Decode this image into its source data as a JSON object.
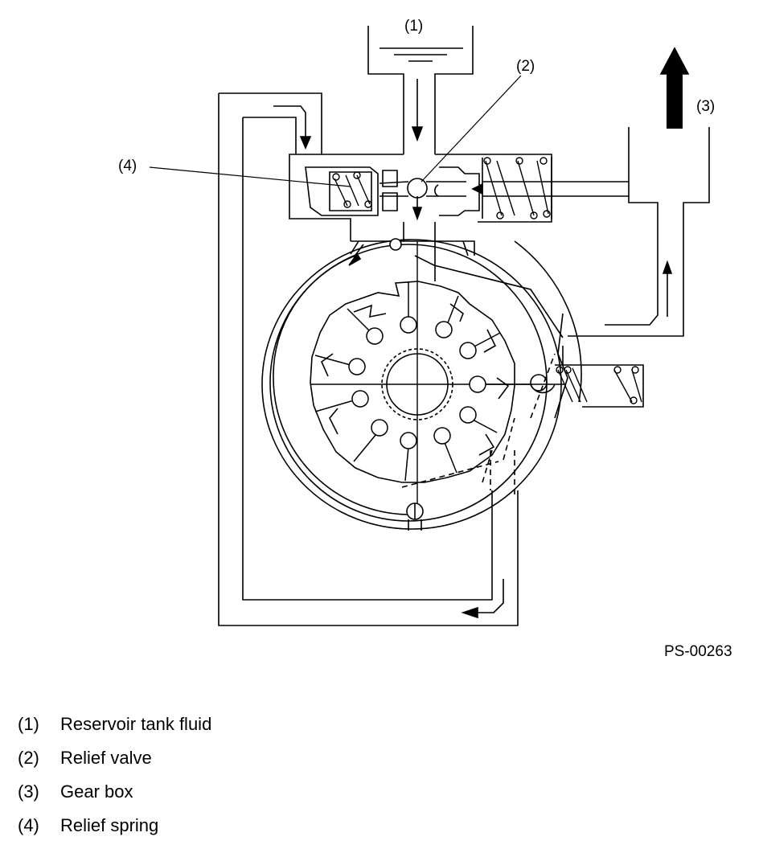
{
  "callouts": {
    "c1": "(1)",
    "c2": "(2)",
    "c3": "(3)",
    "c4": "(4)"
  },
  "figure_id": "PS-00263",
  "legend": [
    {
      "num": "(1)",
      "label": "Reservoir tank fluid"
    },
    {
      "num": "(2)",
      "label": "Relief valve"
    },
    {
      "num": "(3)",
      "label": "Gear box"
    },
    {
      "num": "(4)",
      "label": "Relief spring"
    }
  ]
}
